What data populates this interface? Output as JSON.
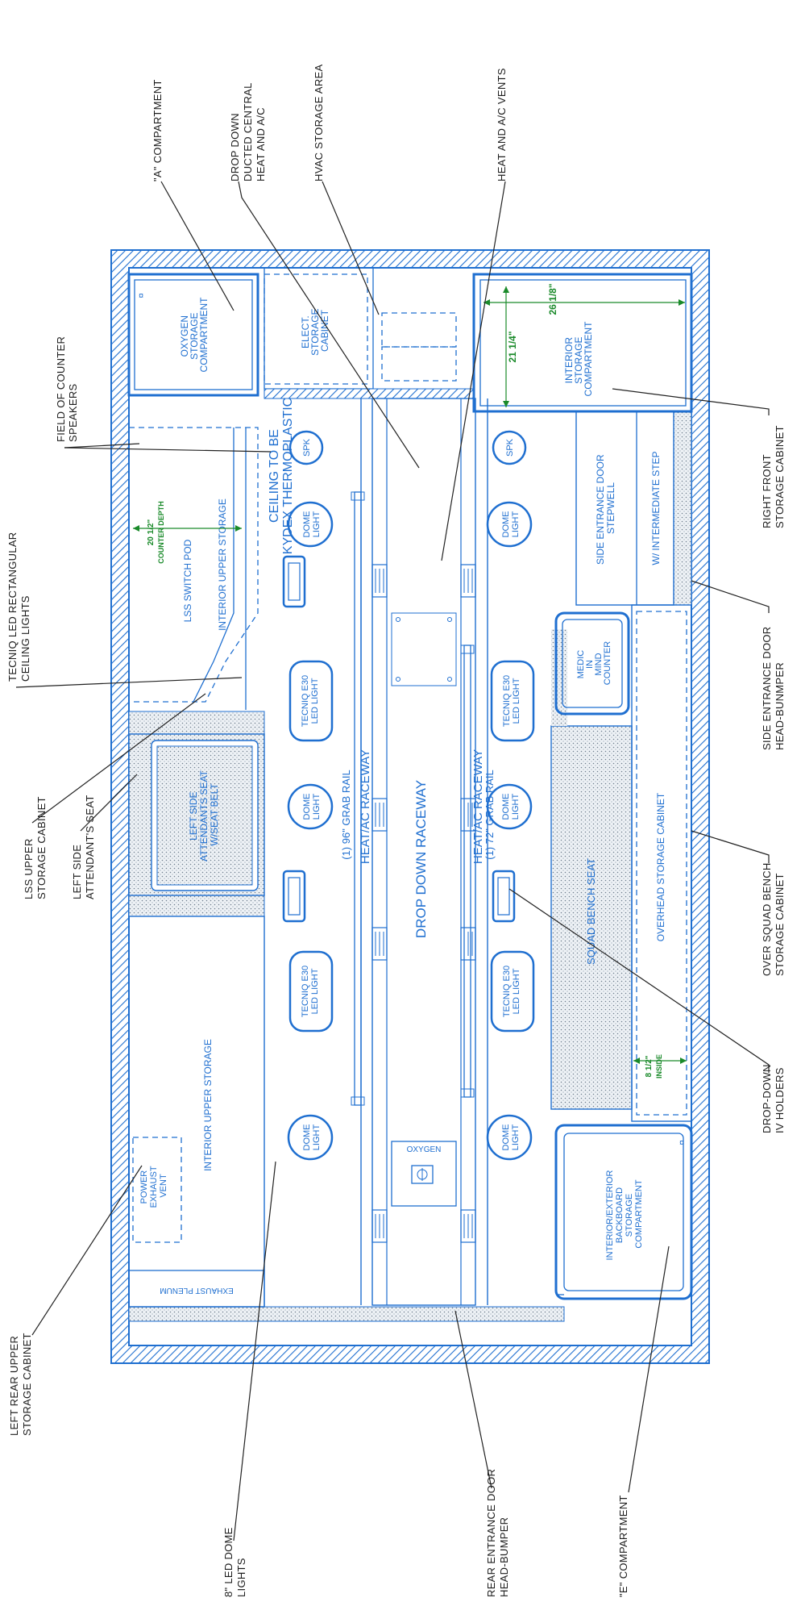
{
  "callouts": {
    "a_compartment": "\"A\" COMPARTMENT",
    "drop_down_ducted_l1": "DROP DOWN",
    "drop_down_ducted_l2": "DUCTED CENTRAL",
    "drop_down_ducted_l3": "HEAT AND A/C",
    "hvac_storage": "HVAC STORAGE AREA",
    "heat_ac_vents": "HEAT AND A/C VENTS",
    "field_of_counter_l1": "FIELD OF COUNTER",
    "field_of_counter_l2": "SPEAKERS",
    "tecniq_ceiling_l1": "TECNIQ LED RECTANGULAR",
    "tecniq_ceiling_l2": "CEILING LIGHTS",
    "lss_upper_l1": "LSS UPPER",
    "lss_upper_l2": "STORAGE CABINET",
    "left_side_seat_l1": "LEFT SIDE",
    "left_side_seat_l2": "ATTENDANT'S SEAT",
    "left_rear_upper_l1": "LEFT REAR UPPER",
    "left_rear_upper_l2": "STORAGE CABINET",
    "led_dome_l1": "8\" LED DOME",
    "led_dome_l2": "LIGHTS",
    "rear_entrance_l1": "REAR ENTRANCE DOOR",
    "rear_entrance_l2": "HEAD-BUMPER",
    "e_compartment": "\"E\" COMPARTMENT",
    "right_front_l1": "RIGHT FRONT",
    "right_front_l2": "STORAGE CABINET",
    "side_entrance_l1": "SIDE ENTRANCE DOOR",
    "side_entrance_l2": "HEAD-BUNMPER",
    "over_squad_l1": "OVER SQUAD BENCH",
    "over_squad_l2": "STORAGE CABINET",
    "drop_down_iv_l1": "DROP-DOWN",
    "drop_down_iv_l2": "IV HOLDERS"
  },
  "plan": {
    "oxygen_storage": [
      "OXYGEN",
      "STORAGE",
      "COMPARTMENT"
    ],
    "elect_storage": [
      "ELECT.",
      "STORAGE",
      "CABINET"
    ],
    "interior_storage_front": [
      "INTERIOR",
      "STORAGE",
      "COMPARTMENT"
    ],
    "dim_21_quarter": "21 1/4\"",
    "dim_26_eighth": "26 1/8\"",
    "dim_counter_l1": "20 1/2\"",
    "dim_counter_l2": "COUNTER DEPTH",
    "lss_switch_pod": "LSS SWITCH POD",
    "interior_upper_storage": "INTERIOR UPPER STORAGE",
    "ceiling_kydex_l1": "CEILING TO BE",
    "ceiling_kydex_l2": "KYDEX THERMOPLASTIC",
    "spk": "SPK",
    "dome_light": [
      "DOME",
      "LIGHT"
    ],
    "tecniq_light": [
      "TECNIQ E30",
      "LED LIGHT"
    ],
    "left_attendant_seat": [
      "LEFT SIDE",
      "ATTENDANTS SEAT",
      "W/SEAT BELT"
    ],
    "grab_rail_96": "(1) 96\" GRAB RAIL",
    "grab_rail_72": "(1) 72\" GRAB RAIL",
    "heat_ac_raceway": "HEAT/AC RACEWAY",
    "drop_down_raceway": "DROP DOWN RACEWAY",
    "side_entrance_stepwell": [
      "SIDE ENTRANCE DOOR",
      "STEPWELL"
    ],
    "intermediate_step": "W/ INTERMEDIATE STEP",
    "medic_counter": [
      "MEDIC",
      "IN",
      "MIND",
      "COUNTER"
    ],
    "squad_bench": "SQUAD BENCH SEAT",
    "overhead_storage": "OVERHEAD STORAGE CABINET",
    "dim_inside_l1": "8 1/2\"",
    "dim_inside_l2": "INSIDE",
    "interior_upper_storage_rear": "INTERIOR UPPER STORAGE",
    "power_exhaust": [
      "POWER",
      "EXHAUST",
      "VENT"
    ],
    "exhaust_plenum": "EXHAUST PLENUM",
    "oxygen": "OXYGEN",
    "backboard": [
      "INTERIOR/EXTERIOR",
      "BACKBOARD",
      "STORAGE",
      "COMPARTMENT"
    ]
  },
  "colors": {
    "plan_blue": "#1f6fd0",
    "dimension_green": "#1a8a2a",
    "leader_black": "#222222"
  }
}
